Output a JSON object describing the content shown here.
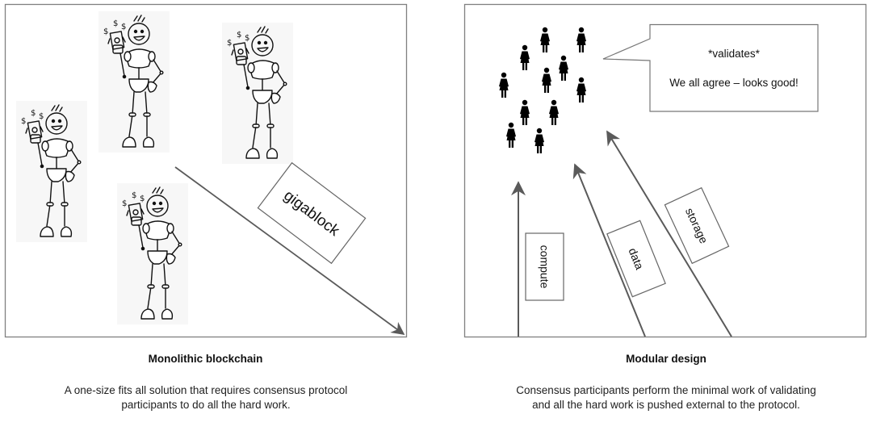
{
  "left_panel": {
    "title": "Monolithic blockchain",
    "description": "A one-size fits all solution that requires consensus protocol participants to do all the hard work.",
    "block_label": "gigablock",
    "figures": [
      {
        "icon": "stick-figure-holding-money-icon"
      },
      {
        "icon": "stick-figure-holding-money-icon"
      },
      {
        "icon": "stick-figure-holding-money-icon"
      },
      {
        "icon": "stick-figure-holding-money-icon"
      }
    ]
  },
  "right_panel": {
    "title": "Modular design",
    "description": "Consensus participants perform the minimal work of validating and all the hard work is pushed external to the protocol.",
    "callout": {
      "line1": "*validates*",
      "line2": "We all agree – looks good!"
    },
    "people_count": 11,
    "layers": [
      {
        "label": "compute"
      },
      {
        "label": "data"
      },
      {
        "label": "storage"
      }
    ]
  },
  "colors": {
    "frame": "#808080",
    "arrow": "#5a5a5a",
    "ink": "#111111"
  }
}
